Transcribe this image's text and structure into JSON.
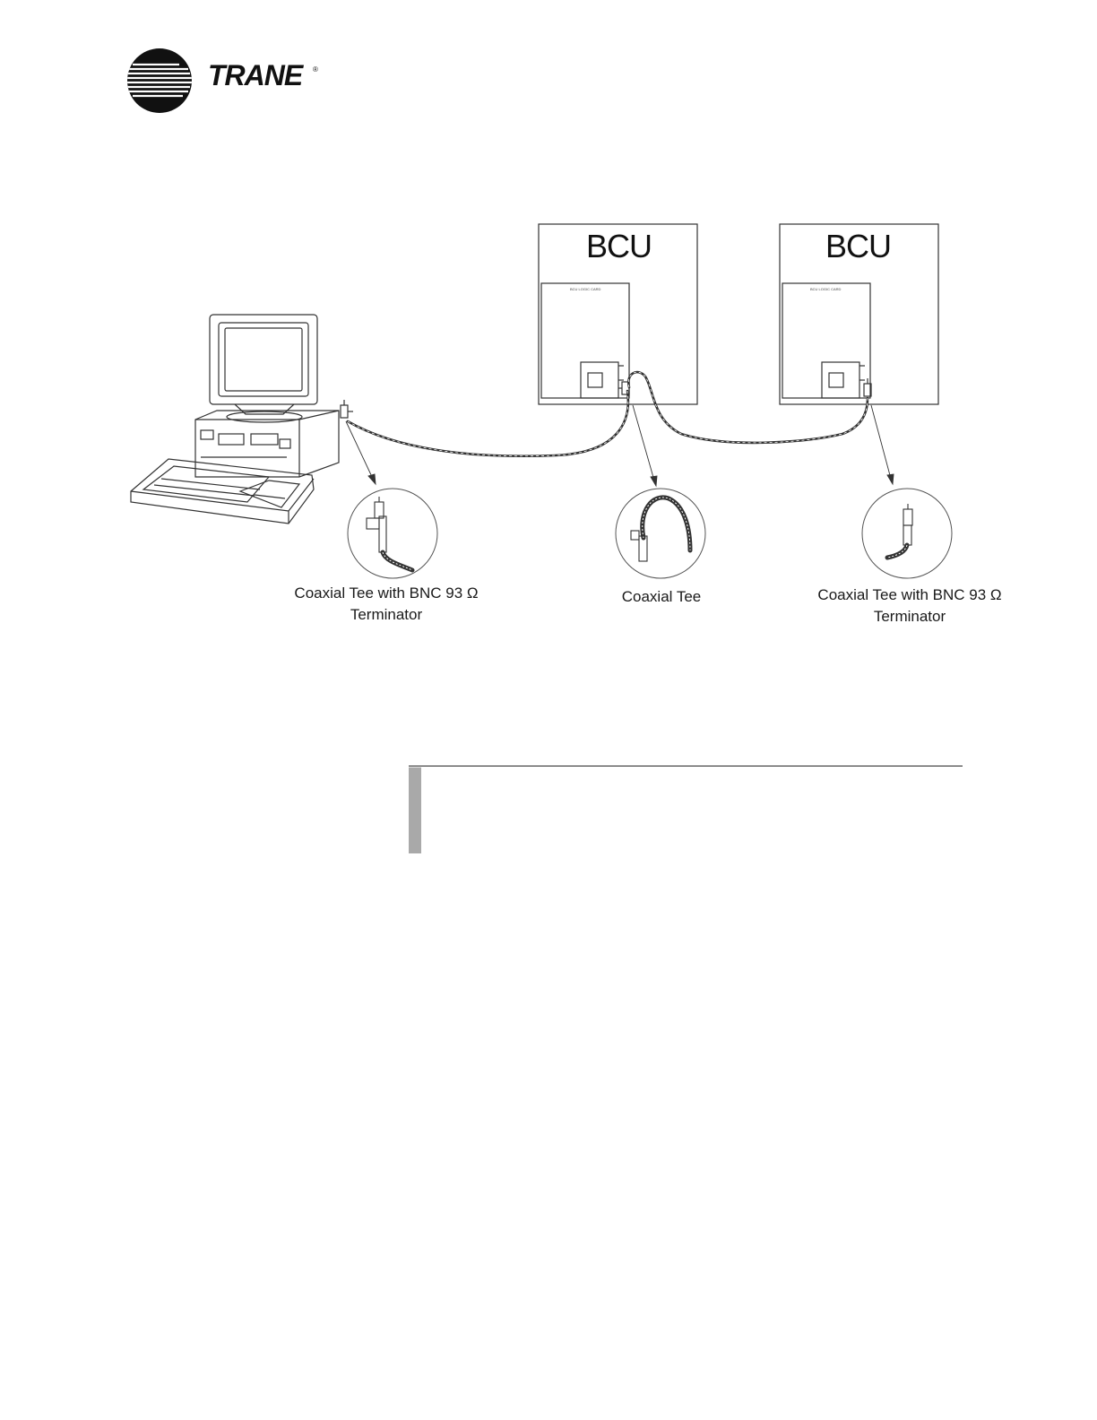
{
  "header": {
    "brand_name": "TRANE",
    "brand_mark": "®",
    "logo_icon": "trane-stripe-circle-icon"
  },
  "diagram": {
    "bcu_units": [
      {
        "title": "BCU",
        "card_label": "BCU LOGIC CARD"
      },
      {
        "title": "BCU",
        "card_label": "BCU LOGIC CARD"
      }
    ],
    "callouts": [
      {
        "line1": "Coaxial Tee with BNC 93 Ω",
        "line2": "Terminator"
      },
      {
        "line1": "Coaxial Tee",
        "line2": ""
      },
      {
        "line1": "Coaxial Tee with BNC 93 Ω",
        "line2": "Terminator"
      }
    ]
  },
  "colors": {
    "line": "#333333",
    "note_bar": "#a9a9a9"
  }
}
